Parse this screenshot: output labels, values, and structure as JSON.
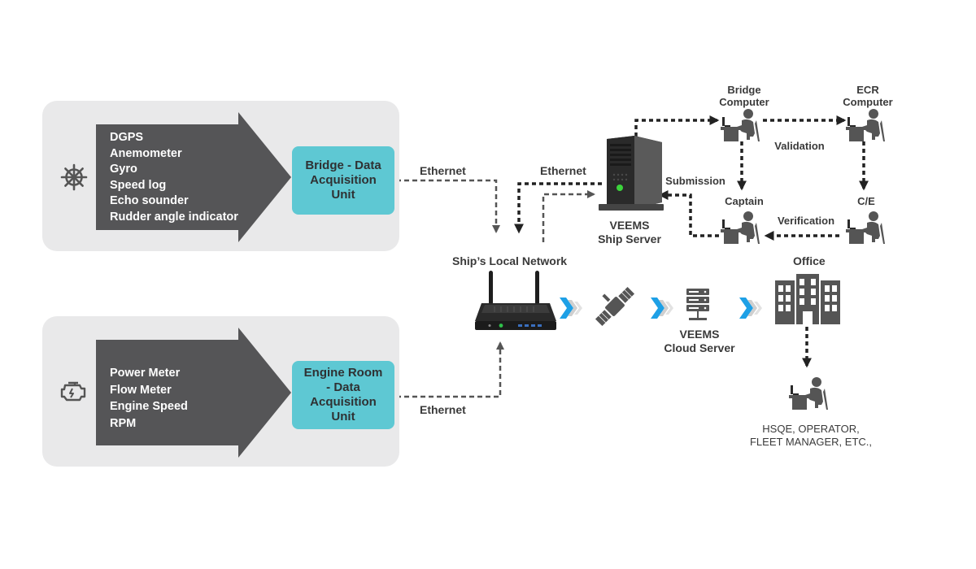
{
  "bridge": {
    "sensors": [
      "DGPS",
      "Anemometer",
      "Gyro",
      "Speed log",
      "Echo sounder",
      "Rudder angle indicator"
    ],
    "daq_label": "Bridge - Data Acquisition Unit"
  },
  "engine": {
    "sensors": [
      "Power Meter",
      "Flow Meter",
      "Engine Speed",
      "RPM"
    ],
    "daq_label": "Engine Room - Data Acquisition Unit"
  },
  "links": {
    "ethernet_bridge": "Ethernet",
    "ethernet_server": "Ethernet",
    "ethernet_engine": "Ethernet"
  },
  "network": {
    "label": "Ship’s Local Network"
  },
  "ship_server": {
    "line1": "VEEMS",
    "line2": "Ship Server"
  },
  "workflow": {
    "bridge_computer": {
      "line1": "Bridge",
      "line2": "Computer"
    },
    "ecr_computer": {
      "line1": "ECR",
      "line2": "Computer"
    },
    "captain": "Captain",
    "chief_engineer": "C/E",
    "validation": "Validation",
    "verification": "Verification",
    "submission": "Submission"
  },
  "cloud": {
    "line1": "VEEMS",
    "line2": "Cloud Server"
  },
  "office": {
    "label": "Office",
    "users_line1": "HSQE, OPERATOR,",
    "users_line2": "FLEET MANAGER, ETC.,"
  },
  "colors": {
    "accent": "#5ec8d3",
    "panel": "#e9e9ea",
    "dark": "#555557",
    "chevron": "#1ea0e6"
  },
  "icons": [
    "ship-wheel-icon",
    "engine-icon",
    "router-icon",
    "tower-server-icon",
    "satellite-icon",
    "cloud-server-icon",
    "office-building-icon",
    "person-at-computer-icon"
  ]
}
